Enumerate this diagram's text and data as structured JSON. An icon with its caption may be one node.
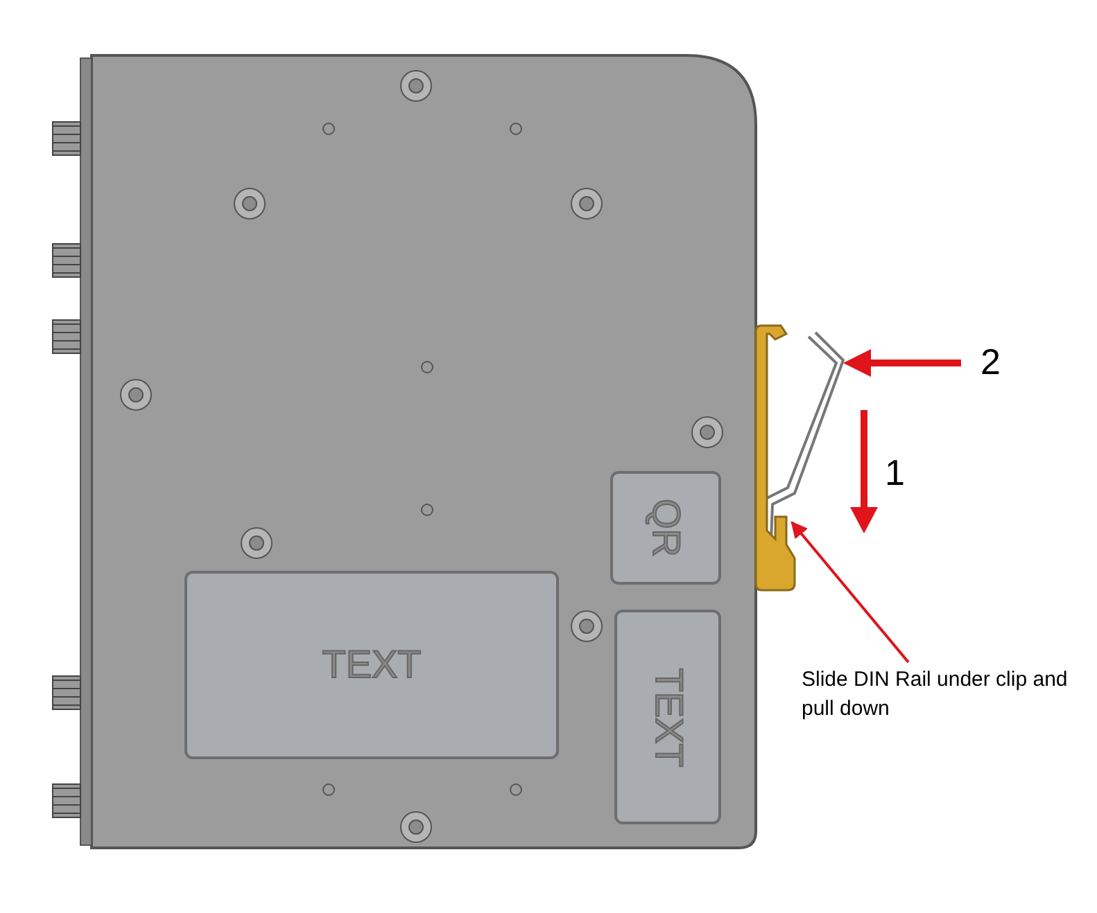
{
  "diagram": {
    "nodes": [
      {
        "text": [
          "QR"
        ]
      },
      {
        "text": [
          "TEXT"
        ]
      },
      {
        "text": [
          "TEXT"
        ]
      },
      {
        "text": [
          "Slide DIN Rail under clip and pull down"
        ]
      },
      {
        "text": [],
        "shape": "picture"
      }
    ],
    "edges": [
      {
        "from": 3,
        "to": 4,
        "arrow": "to"
      }
    ],
    "labels": [
      "2",
      "1"
    ]
  }
}
